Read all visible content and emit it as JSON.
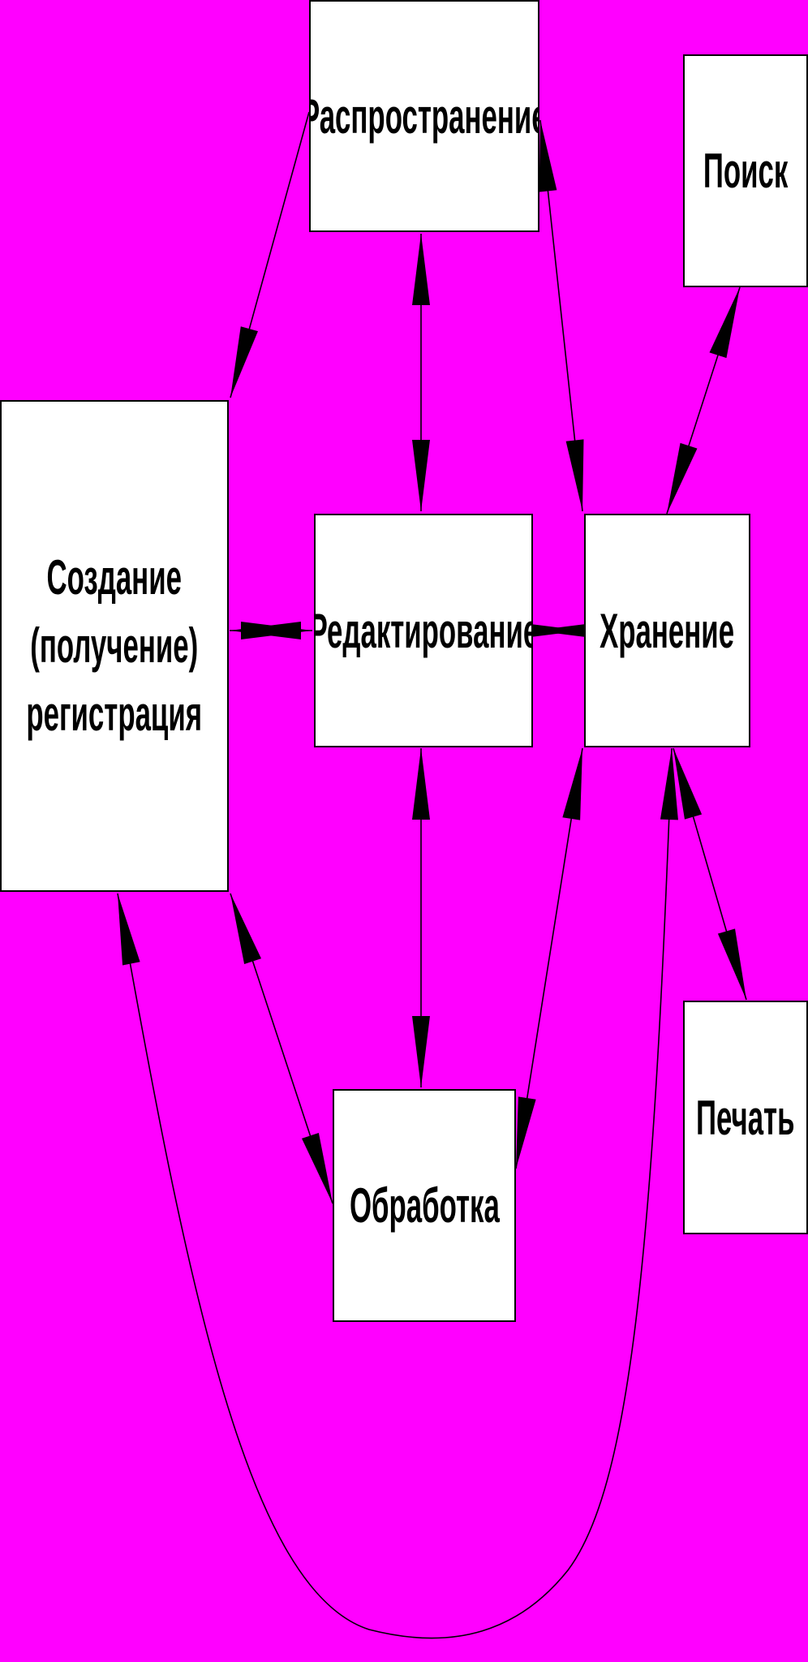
{
  "colors": {
    "background": "#FF00FF",
    "node_fill": "#FFFFFF",
    "stroke": "#000000"
  },
  "nodes": {
    "rasprostranenie": {
      "label": "Распространение"
    },
    "poisk": {
      "label": "Поиск"
    },
    "sozdanie": {
      "label": "Создание\n(получение)\nрегистрация"
    },
    "redaktirovanie": {
      "label": "Редактирование"
    },
    "hranenie": {
      "label": "Хранение"
    },
    "pechat": {
      "label": "Печать"
    },
    "obrabotka": {
      "label": "Обработка"
    }
  },
  "edges": [
    {
      "from": "rasprostranenie",
      "to": "sozdanie",
      "arrowheads": "end"
    },
    {
      "from": "rasprostranenie",
      "to": "redaktirovanie",
      "arrowheads": "both"
    },
    {
      "from": "rasprostranenie",
      "to": "hranenie",
      "arrowheads": "both"
    },
    {
      "from": "poisk",
      "to": "hranenie",
      "arrowheads": "both"
    },
    {
      "from": "sozdanie",
      "to": "redaktirovanie",
      "arrowheads": "both"
    },
    {
      "from": "redaktirovanie",
      "to": "hranenie",
      "arrowheads": "both"
    },
    {
      "from": "redaktirovanie",
      "to": "obrabotka",
      "arrowheads": "both"
    },
    {
      "from": "hranenie",
      "to": "pechat",
      "arrowheads": "both"
    },
    {
      "from": "obrabotka",
      "to": "hranenie",
      "arrowheads": "both"
    },
    {
      "from": "sozdanie",
      "to": "obrabotka",
      "arrowheads": "both"
    },
    {
      "from": "sozdanie",
      "to": "hranenie",
      "arrowheads": "both"
    }
  ]
}
